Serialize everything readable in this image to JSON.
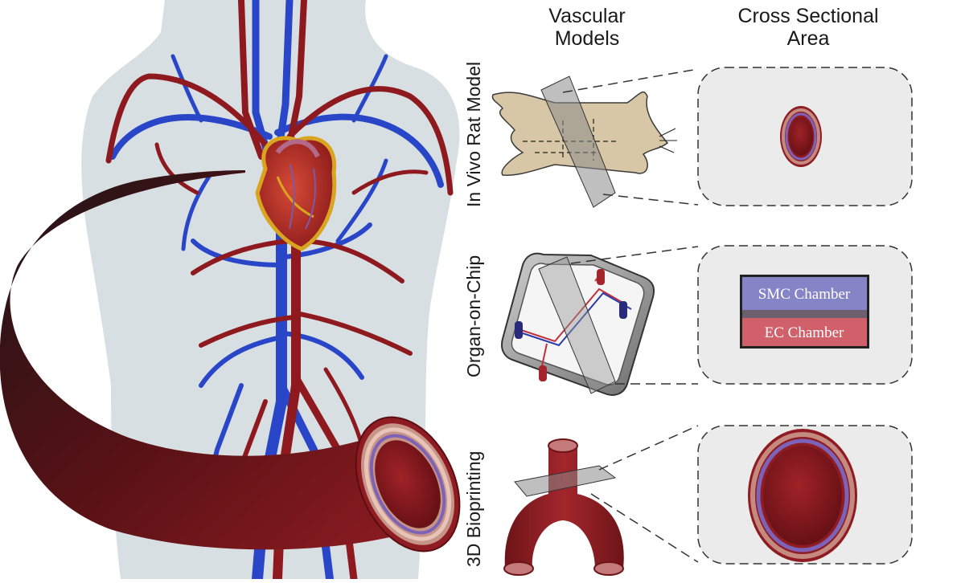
{
  "headers": {
    "vascular_models": [
      "Vascular",
      "Models"
    ],
    "cross_sectional_area": [
      "Cross Sectional",
      "Area"
    ]
  },
  "rows": [
    {
      "label": "In Vivo Rat Model"
    },
    {
      "label": "Organ-on-Chip"
    },
    {
      "label": "3D Bioprinting"
    }
  ],
  "chambers": {
    "smc": "SMC Chamber",
    "ec": "EC Chamber"
  },
  "colors": {
    "artery": "#8e1a1f",
    "vein": "#2a46c8",
    "body": "#d8dfe3",
    "panel": "#ebebeb",
    "rat": "#d8c7a6",
    "smc_chamber": "#8584c6",
    "ec_chamber": "#d0606a"
  }
}
